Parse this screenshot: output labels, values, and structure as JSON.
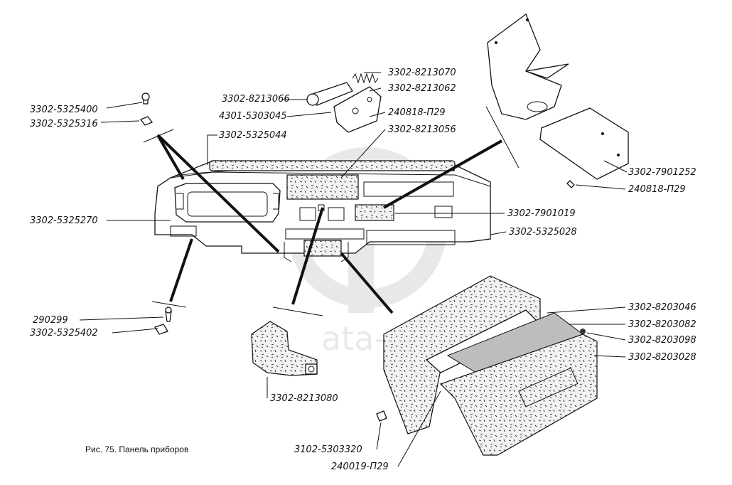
{
  "caption": "Рис. 75. Панель приборов",
  "watermark": {
    "text": "ata-par",
    "color": "#d0d0d0"
  },
  "labels": {
    "p5325400": "3302-5325400",
    "p5325316": "3302-5325316",
    "p8213066": "3302-8213066",
    "p5303045": "4301-5303045",
    "p8213070": "3302-8213070",
    "p8213062": "3302-8213062",
    "p240818a": "240818-П29",
    "p8213056": "3302-8213056",
    "p5325044": "3302-5325044",
    "p7901252": "3302-7901252",
    "p240818b": "240818-П29",
    "p5325270": "3302-5325270",
    "p7901019": "3302-7901019",
    "p5325028": "3302-5325028",
    "p290299": "290299",
    "p5325402": "3302-5325402",
    "p8213080": "3302-8213080",
    "p8203046": "3302-8203046",
    "p8203082": "3302-8203082",
    "p8203098": "3302-8203098",
    "p8203028": "3302-8203028",
    "p5303320": "3102-5303320",
    "p240019": "240019-П29"
  }
}
